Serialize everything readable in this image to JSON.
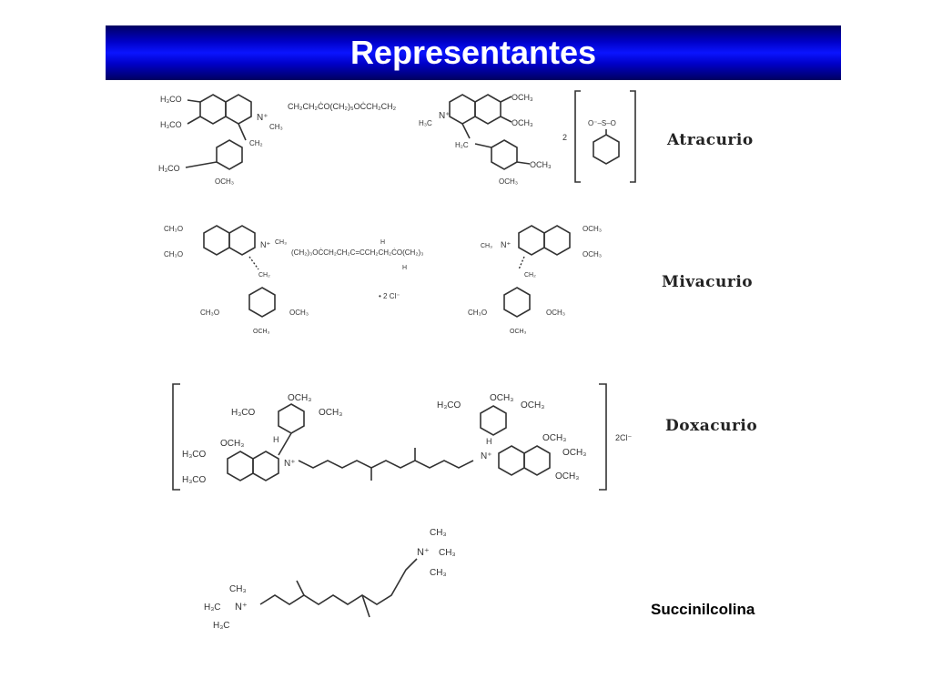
{
  "title": "Representantes",
  "compounds": [
    {
      "name": "Atracurio",
      "charge_note": "2",
      "counterion": "benzenesulfonate"
    },
    {
      "name": "Mivacurio",
      "counterion_text": "• 2 Cl⁻"
    },
    {
      "name": "Doxacurio",
      "counterion_text": "2Cl⁻"
    },
    {
      "name": "Succinilcolina"
    }
  ],
  "chem_text": {
    "h3co": "H₃CO",
    "och3": "OCH₃",
    "ch3o": "CH₃O",
    "ch3": "CH₃",
    "h3c": "H₃C",
    "ch2": "CH₂",
    "h2c": "H₂C",
    "h": "H",
    "n_plus": "N⁺",
    "atra_chain": "CH₂CH₂ĊO(CH₂)₅OĊCH₂CH₂",
    "miva_chain": "(CH₂)₃OĊCH₂CH₂C=CCH₂CH₂ĊO(CH₂)₃",
    "sulfonate": "O⁻–S–O"
  }
}
